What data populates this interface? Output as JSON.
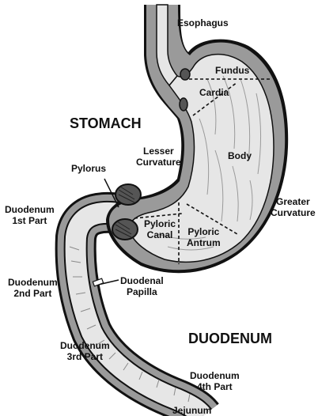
{
  "colors": {
    "outline": "#111111",
    "wall": "#9a9a9a",
    "lumen": "#e6e6e6",
    "sphincter": "#555555",
    "background": "#ffffff"
  },
  "labels": {
    "esophagus": "Esophagus",
    "fundus": "Fundus",
    "cardia": "Cardia",
    "stomach": "STOMACH",
    "lesser_curvature": "Lesser\nCurvature",
    "body": "Body",
    "pylorus": "Pylorus",
    "greater_curvature": "Greater\nCurvature",
    "duodenum_1st": "Duodenum\n1st Part",
    "pyloric_canal": "Pyloric\nCanal",
    "pyloric_antrum": "Pyloric\nAntrum",
    "duodenum_2nd": "Duodenum\n2nd Part",
    "duodenal_papilla": "Duodenal\nPapilla",
    "duodenum": "DUODENUM",
    "duodenum_3rd": "Duodenum\n3rd Part",
    "duodenum_4th": "Duodenum\n4th Part",
    "jejunum": "Jejunum"
  }
}
